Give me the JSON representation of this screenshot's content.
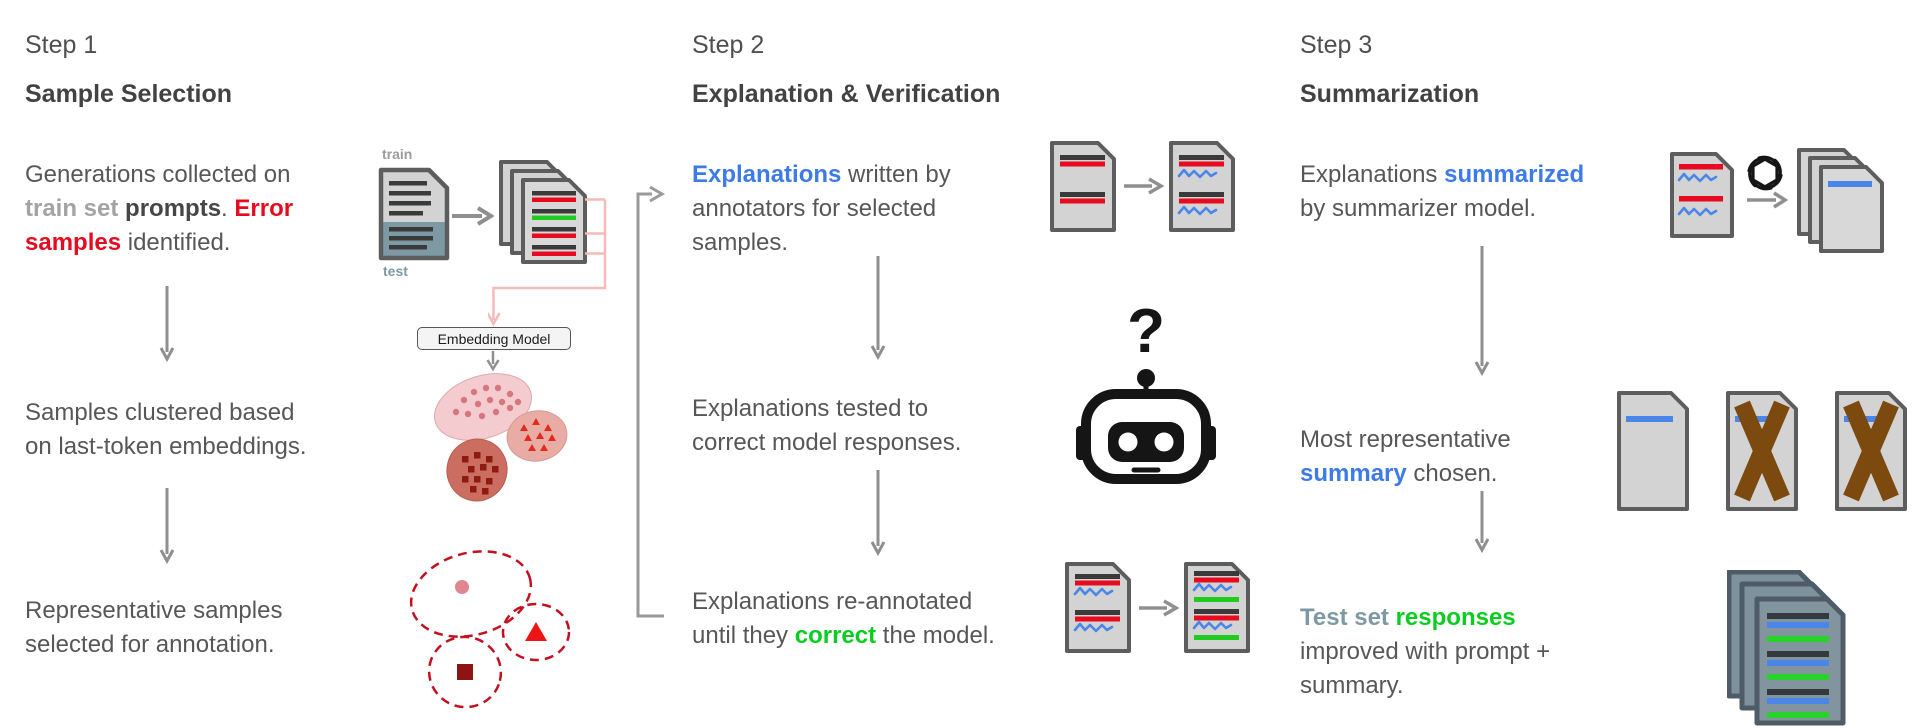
{
  "palette": {
    "body_gray": "#575757",
    "light_gray": "#a3a3a3",
    "red": "#e60b1e",
    "blue": "#3d7be8",
    "green": "#09cd1f",
    "slate": "#7d99a4",
    "doc_fill": "#d3d3d3",
    "doc_border": "#5d5d5d",
    "arrow_gray": "#8f8f8f",
    "pink_connector": "#f6baba",
    "dashed_red": "#c40f1f",
    "brown_x": "#7c490e"
  },
  "columns": [
    {
      "step_label": "Step 1",
      "title": "Sample Selection",
      "row1_lines": [
        [
          {
            "t": "Generations collected on",
            "s": "g"
          }
        ],
        [
          {
            "t": "train set",
            "s": "lg"
          },
          {
            "t": " ",
            "s": "g"
          },
          {
            "t": "prompts",
            "s": "b"
          },
          {
            "t": ". ",
            "s": "g"
          },
          {
            "t": "Error",
            "s": "r"
          }
        ],
        [
          {
            "t": "samples",
            "s": "r"
          },
          {
            "t": " identified.",
            "s": "g"
          }
        ]
      ],
      "row2_lines": [
        [
          {
            "t": "Samples clustered based",
            "s": "g"
          }
        ],
        [
          {
            "t": "on last-token embeddings.",
            "s": "g"
          }
        ]
      ],
      "row3_lines": [
        [
          {
            "t": "Representative samples",
            "s": "g"
          }
        ],
        [
          {
            "t": "selected for annotation.",
            "s": "g"
          }
        ]
      ],
      "labels": {
        "train": "train",
        "test": "test",
        "embedding_model": "Embedding Model"
      }
    },
    {
      "step_label": "Step 2",
      "title": "Explanation & Verification",
      "row1_lines": [
        [
          {
            "t": "Explanations",
            "s": "bl"
          },
          {
            "t": " written by",
            "s": "g"
          }
        ],
        [
          {
            "t": "annotators for selected",
            "s": "g"
          }
        ],
        [
          {
            "t": "samples.",
            "s": "g"
          }
        ]
      ],
      "row2_lines": [
        [
          {
            "t": "Explanations tested to",
            "s": "g"
          }
        ],
        [
          {
            "t": "correct model responses.",
            "s": "g"
          }
        ]
      ],
      "row3_lines": [
        [
          {
            "t": "Explanations re-annotated",
            "s": "g"
          }
        ],
        [
          {
            "t": "until they ",
            "s": "g"
          },
          {
            "t": "correct",
            "s": "gr"
          },
          {
            "t": " the model.",
            "s": "g"
          }
        ]
      ],
      "robot_glyph": "?"
    },
    {
      "step_label": "Step 3",
      "title": "Summarization",
      "row1_lines": [
        [
          {
            "t": "Explanations ",
            "s": "g"
          },
          {
            "t": "summarized",
            "s": "bl"
          }
        ],
        [
          {
            "t": "by summarizer model.",
            "s": "g"
          }
        ]
      ],
      "row2_lines": [
        [
          {
            "t": "Most representative",
            "s": "g"
          }
        ],
        [
          {
            "t": "summary",
            "s": "bl"
          },
          {
            "t": " chosen.",
            "s": "g"
          }
        ]
      ],
      "row3_lines": [
        [
          {
            "t": "Test set",
            "s": "sl"
          },
          {
            "t": " ",
            "s": "g"
          },
          {
            "t": "responses",
            "s": "gr"
          }
        ],
        [
          {
            "t": "improved with prompt +",
            "s": "g"
          }
        ],
        [
          {
            "t": "summary.",
            "s": "g"
          }
        ]
      ]
    }
  ]
}
